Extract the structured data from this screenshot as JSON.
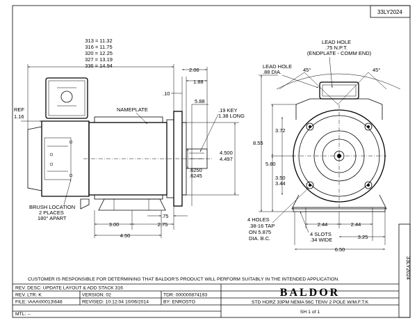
{
  "drawing_number": "33LY2024",
  "drawing_number_vertical": "33LY2024",
  "length_dims": [
    "313 = 11.32",
    "316 = 11.75",
    "320 = 12.25",
    "327 = 13.19",
    "336 = 14.94"
  ],
  "side_view": {
    "dim_206": "2.06",
    "dim_188": "1.88",
    "dim_010": ".10",
    "dim_588": "5.88",
    "nameplate": "NAMEPLATE",
    "key_line1": ".19 KEY",
    "key_line2": "1.38 LONG",
    "ref_label": "REF",
    "ref_value": "1.16",
    "shaft_dia_1": "4.500",
    "shaft_dia_2": "4.497",
    "bore_1": ".6250",
    "bore_2": ".6245",
    "dim_075": ".75",
    "dim_300": "3.00",
    "dim_275": "2.75",
    "dim_450": "4.50",
    "brush_line1": "BRUSH LOCATION",
    "brush_line2": "2 PLACES",
    "brush_line3": "180° APART"
  },
  "end_view": {
    "lead_hole_top_1": "LEAD HOLE",
    "lead_hole_top_2": ".75 N.P.T.",
    "lead_hole_top_3": "(ENDPLATE - COMM END)",
    "lead_hole_left_1": "LEAD HOLE",
    "lead_hole_left_2": ".88 DIA.",
    "angle_left": "45°",
    "angle_right": "45°",
    "dim_855": "8.55",
    "dim_372": "3.72",
    "dim_580": "5.80",
    "dim_350": "3.50",
    "dim_344": "3.44",
    "holes_1": "4 HOLES",
    "holes_2": ".38-16 TAP",
    "holes_3": "ON 5.875",
    "holes_4": "DIA. B.C.",
    "dim_244_left": "2.44",
    "dim_244_right": "2.44",
    "slots_1": "4 SLOTS",
    "slots_2": ".34 WIDE",
    "dim_325": "3.25",
    "dim_650": "6.50"
  },
  "disclaimer": "CUSTOMER IS RESPONSIBLE FOR DETERMINING THAT BALDOR'S PRODUCT WILL PERFORM SUITABLY IN THE INTENDED APPLICATION.",
  "title_block": {
    "rev_desc": "REV. DESC: UPDATE LAYOUT & ADD STACK 316",
    "rev_ltr": "REV. LTR: K",
    "version": "VERSION: 02",
    "tdr": "TDR: 000000874193",
    "file": "FILE: \\AAA\\00013\\648",
    "revised": "REVISED: 10:12:04 10/06/2014",
    "by": "BY: ENROSTO",
    "mtl": "MTL: --",
    "brand": "BALDOR",
    "description": "STD HORZ 33PM NEMA 56C TENV 2 POLE W/M.F.T.K",
    "sheet": "SH 1 of 1"
  }
}
